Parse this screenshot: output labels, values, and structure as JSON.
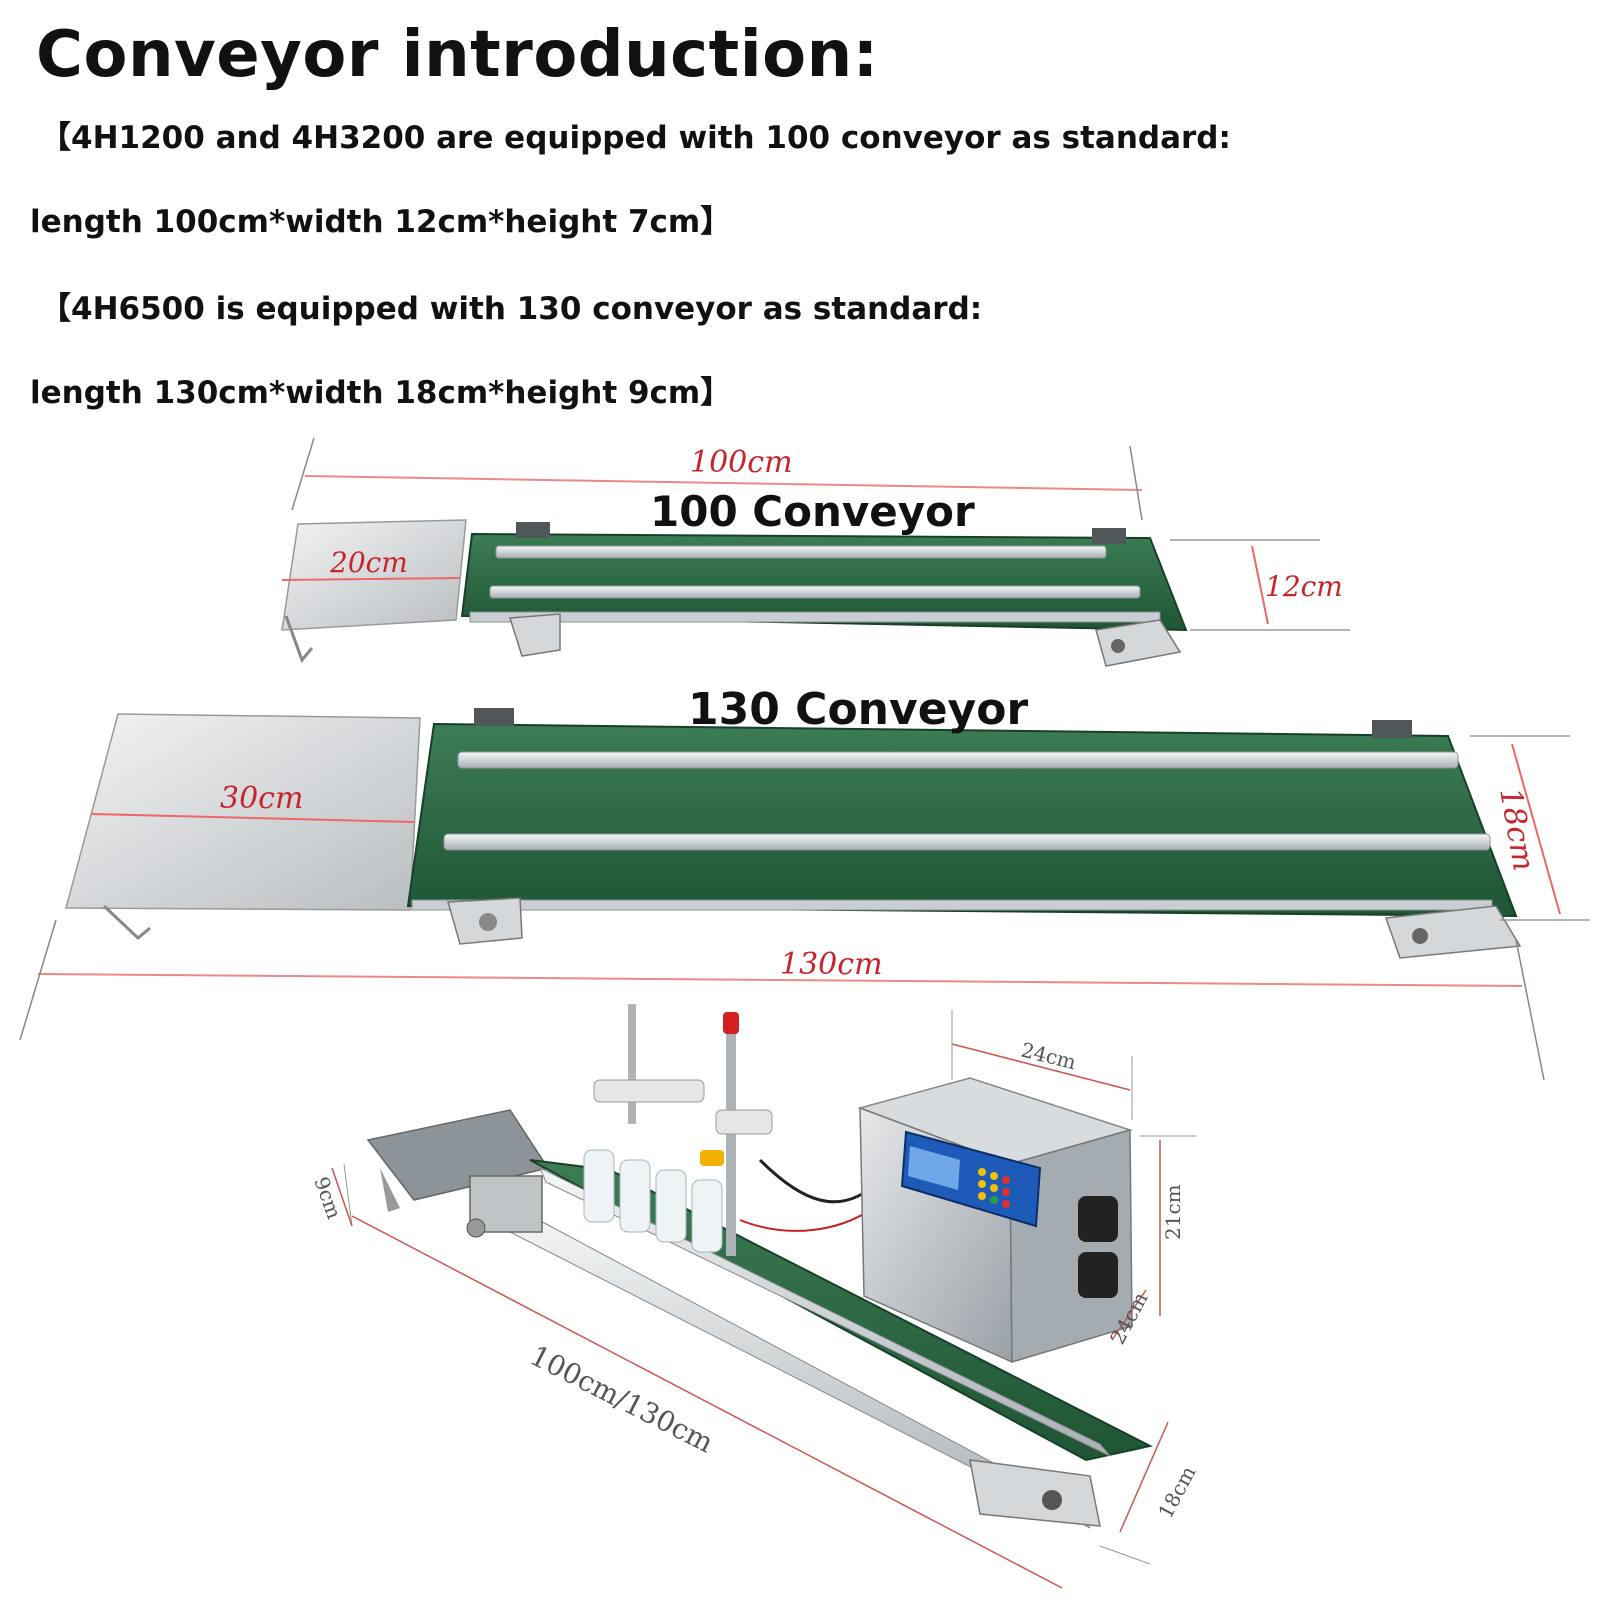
{
  "title": "Conveyor introduction:",
  "specs": [
    "【4H1200 and 4H3200 are equipped with 100 conveyor as standard:",
    "length 100cm*width 12cm*height 7cm】",
    "【4H6500 is equipped with 130 conveyor as standard:",
    "length 130cm*width 18cm*height 9cm】"
  ],
  "conveyor_100": {
    "label": "100 Conveyor",
    "length": "100cm",
    "width": "12cm",
    "tray": "20cm"
  },
  "conveyor_130": {
    "label": "130 Conveyor",
    "length": "130cm",
    "width": "18cm",
    "tray": "30cm"
  },
  "machine": {
    "length": "100cm/130cm",
    "height": "9cm",
    "cabinet_width": "24cm",
    "cabinet_height": "21cm",
    "cabinet_depth": "24cm",
    "belt_width": "18cm"
  },
  "colors": {
    "belt_green": "#2d6b45",
    "rail_silver": "#d9dde0",
    "dimension_red": "#c8242b",
    "control_panel_blue": "#1e5bb8"
  }
}
